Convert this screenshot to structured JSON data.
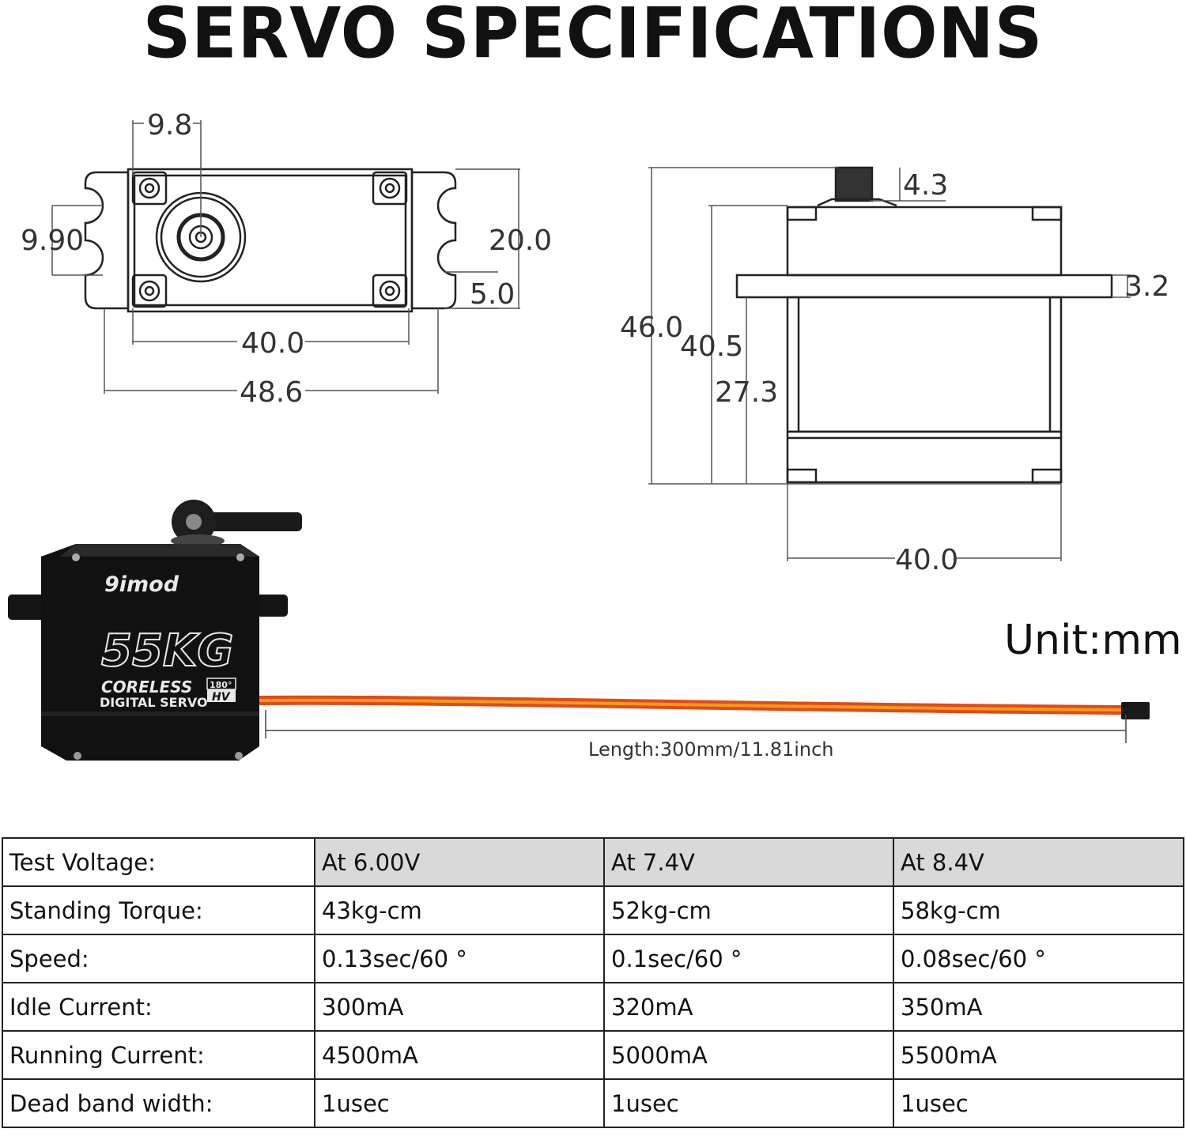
{
  "title": "SERVO SPECIFICATIONS",
  "top_view": {
    "dims": [
      "9.8",
      "9.90",
      "20.0",
      "5.0",
      "40.0",
      "48.6"
    ]
  },
  "side_view": {
    "dims": [
      "4.3",
      "3.2",
      "46.0",
      "40.5",
      "27.3",
      "40.0"
    ]
  },
  "product": {
    "brand": "9imod",
    "model": "55KG",
    "line1": "CORELESS",
    "line2": "DIGITAL SERVO",
    "angle": "180°",
    "hv": "HV"
  },
  "unit_label": "Unit:mm",
  "length_label": "Length:300mm/11.81inch",
  "spec_table": {
    "rows": [
      [
        "Test Voltage:",
        "At 6.00V",
        "At 7.4V",
        "At 8.4V"
      ],
      [
        "Standing Torque:",
        "43kg-cm",
        "52kg-cm",
        "58kg-cm"
      ],
      [
        "Speed:",
        "0.13sec/60 °",
        "0.1sec/60 °",
        "0.08sec/60 °"
      ],
      [
        "Idle Current:",
        "300mA",
        "320mA",
        "350mA"
      ],
      [
        "Running Current:",
        "4500mA",
        "5000mA",
        "5500mA"
      ],
      [
        "Dead band width:",
        "1usec",
        "1usec",
        "1usec"
      ]
    ]
  }
}
